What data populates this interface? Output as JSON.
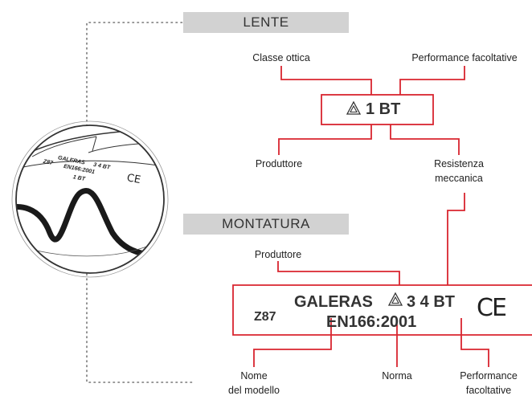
{
  "colors": {
    "accent": "#d9252f",
    "bar": "#d2d2d2",
    "dots": "#777777"
  },
  "lens_section": {
    "title": "LENTE",
    "code": "1 BT",
    "labels": {
      "optical_class": "Classe ottica",
      "optional_performance": "Performance facoltative",
      "manufacturer": "Produttore",
      "mech_resistance_1": "Resistenza",
      "mech_resistance_2": "meccanica"
    }
  },
  "frame_section": {
    "title": "MONTATURA",
    "model_code": "Z87",
    "brand_code": "GALERAS",
    "rating": "3 4 BT",
    "standard": "EN166:2001",
    "ce": "CE",
    "labels": {
      "manufacturer": "Produttore",
      "model_name_1": "Nome",
      "model_name_2": "del modello",
      "standard": "Norma",
      "optional_performance_1": "Performance",
      "optional_performance_2": "facoltative"
    }
  },
  "goggle_closeup": {
    "line1": "GALERAS",
    "rating": "3 4 BT",
    "line2": "EN166:2001",
    "line3": "1 BT",
    "z87": "Z87",
    "ce": "CE"
  },
  "icons": [
    "triangle-warning-icon",
    "ce-mark-icon"
  ]
}
